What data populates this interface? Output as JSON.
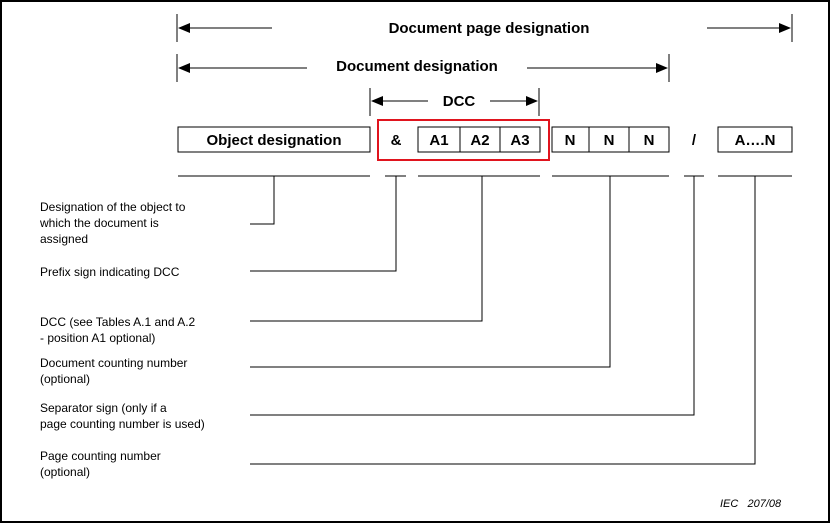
{
  "header": {
    "document_page_designation": "Document page designation",
    "document_designation": "Document designation",
    "dcc": "DCC"
  },
  "boxes": {
    "object_designation": "Object designation",
    "prefix_sign": "&",
    "a1": "A1",
    "a2": "A2",
    "a3": "A3",
    "n": "N",
    "separator": "/",
    "page_range": "A….N"
  },
  "legend": {
    "object_line1": "Designation of the object to",
    "object_line2": "which the document is",
    "object_line3": "assigned",
    "prefix": "Prefix sign indicating DCC",
    "dcc_line1": "DCC (see Tables A.1 and A.2",
    "dcc_line2": "- position A1 optional)",
    "counting_line1": "Document counting number",
    "counting_line2": "(optional)",
    "separator_line1": "Separator sign (only if a",
    "separator_line2": "page counting number is used)",
    "page_line1": "Page counting number",
    "page_line2": "(optional)"
  },
  "credit": "IEC   207/08",
  "colors": {
    "highlight": "#e0141e",
    "line": "#000000"
  }
}
